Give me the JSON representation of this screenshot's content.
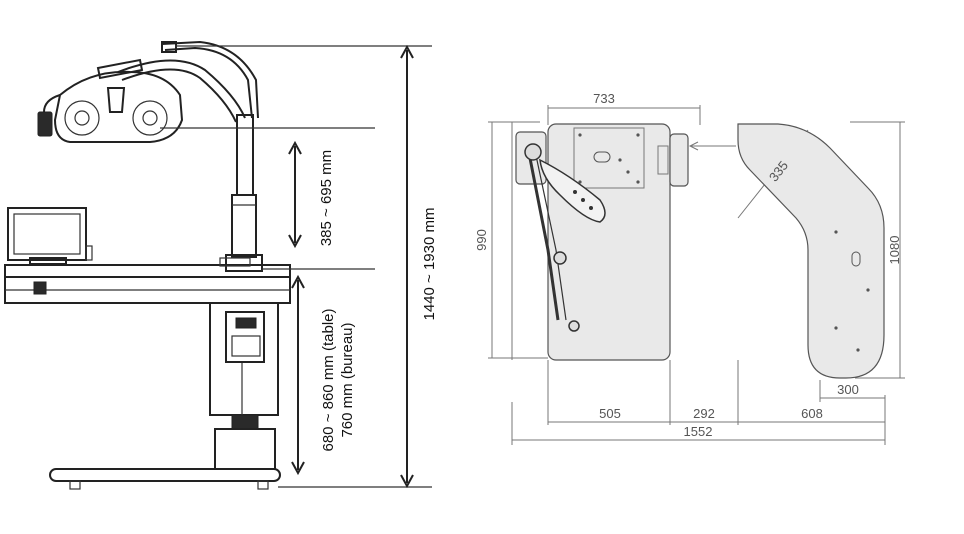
{
  "side_view": {
    "dim_lamp_height": "385 ~ 695 mm",
    "dim_table_height_1": "680 ~ 860 mm (table)",
    "dim_table_height_2": "760 mm (bureau)",
    "dim_total_height": "1440 ~ 1930 mm"
  },
  "top_view": {
    "dim_unit_width": "733",
    "dim_depth_left": "990",
    "dim_arm_width": "335",
    "dim_depth_right": "1080",
    "dim_arm_tip": "300",
    "dim_seg_1": "505",
    "dim_seg_2": "292",
    "dim_seg_3": "608",
    "dim_total_width": "1552"
  },
  "colors": {
    "ink": "#222222",
    "dim_grey": "#555555",
    "panel_fill": "#e9e9e9"
  }
}
